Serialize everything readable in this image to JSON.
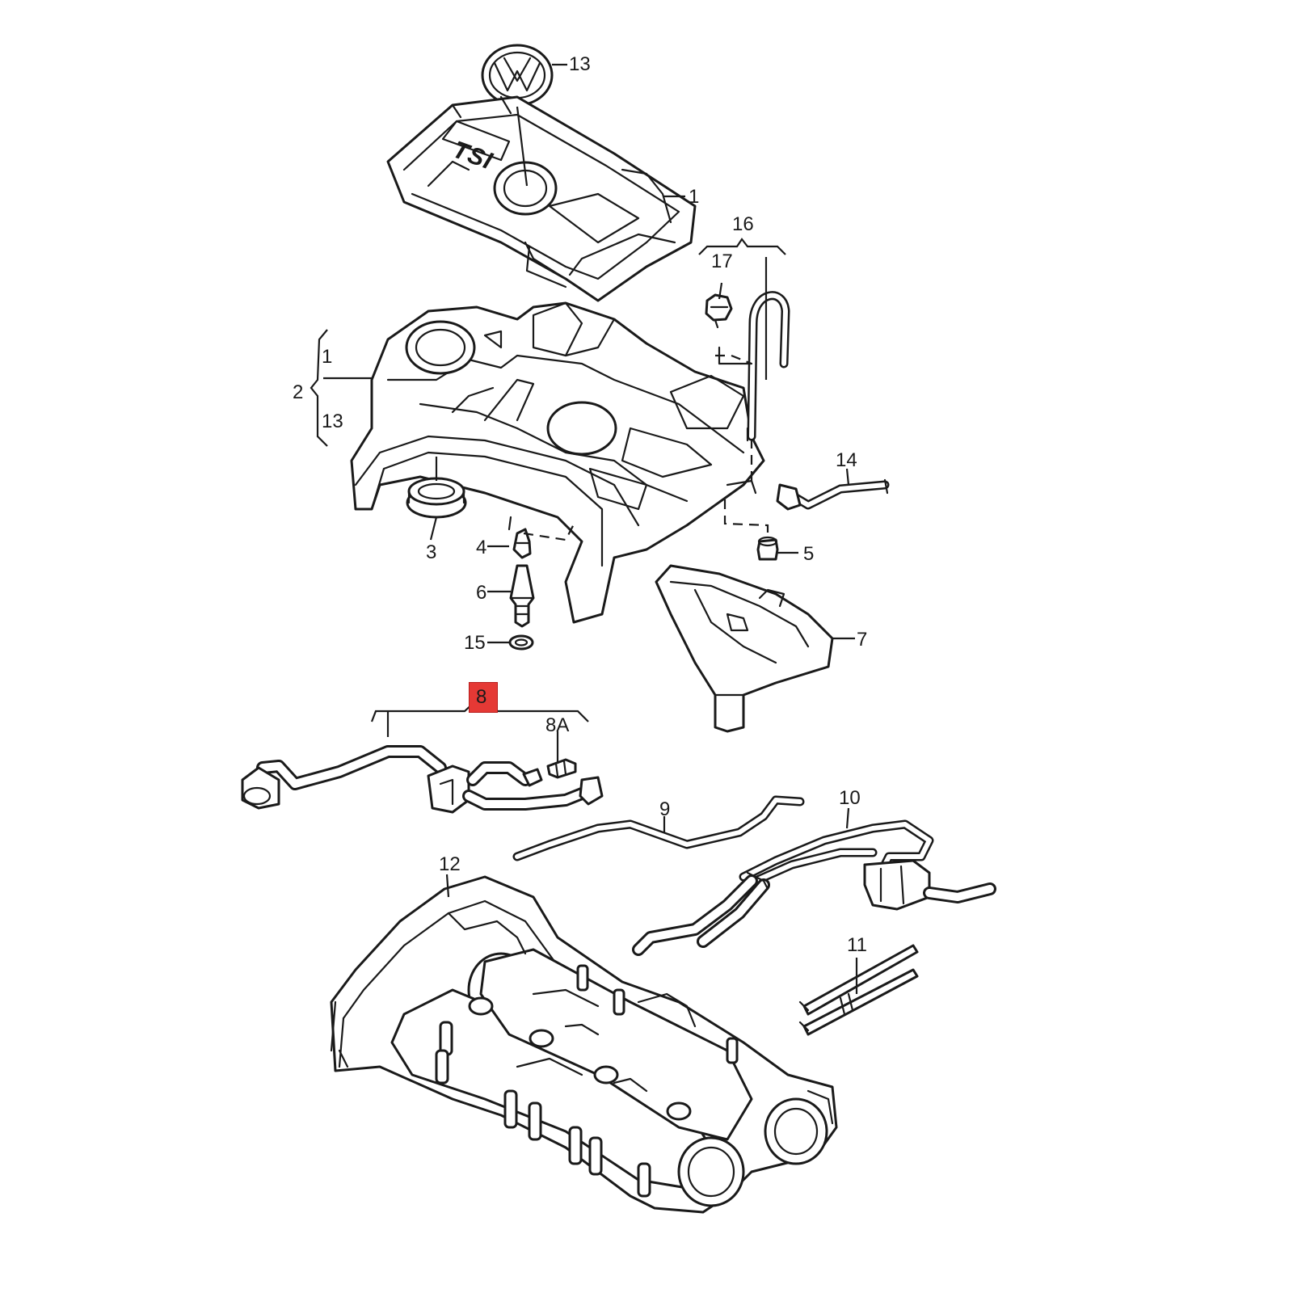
{
  "diagram": {
    "labels": {
      "l1_top": "1",
      "l1_brace": "1",
      "l2": "2",
      "l3": "3",
      "l4": "4",
      "l5": "5",
      "l6": "6",
      "l7": "7",
      "l8": "8",
      "l8a": "8A",
      "l9": "9",
      "l10": "10",
      "l11": "11",
      "l12": "12",
      "l13_top": "13",
      "l13_brace": "13",
      "l14": "14",
      "l15": "15",
      "l16": "16",
      "l17": "17"
    },
    "cover_marking": "TSI",
    "highlighted_part": "8",
    "highlight_color": "#e53935",
    "line_color": "#1a1a1a"
  }
}
